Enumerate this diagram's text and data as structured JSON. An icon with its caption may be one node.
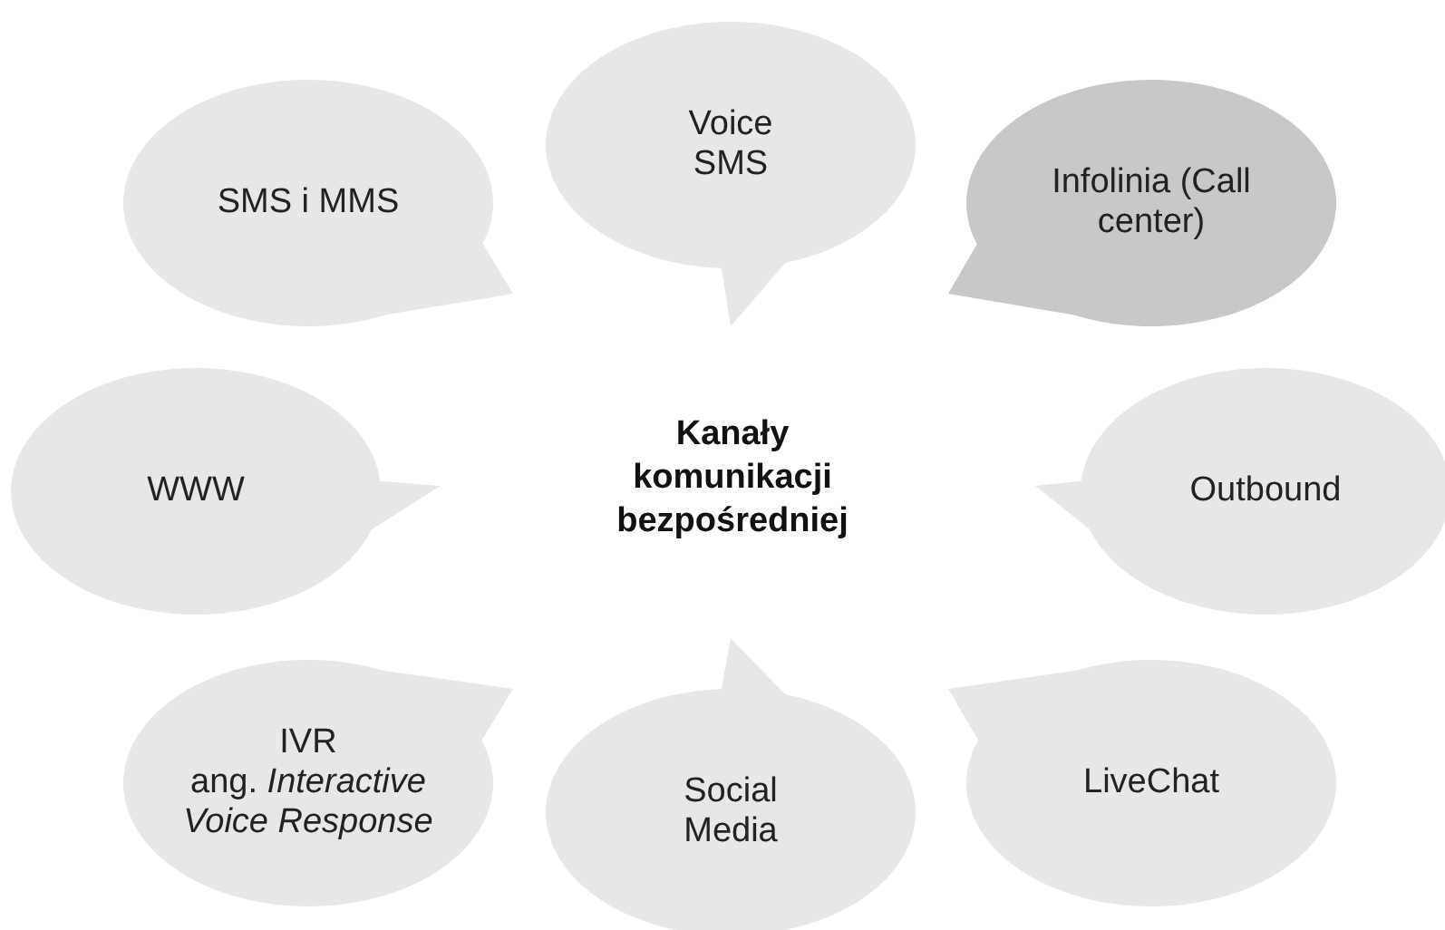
{
  "diagram": {
    "nodes": [
      {
        "text": [
          "SMS i MMS"
        ]
      },
      {
        "text": [
          "Voice SMS"
        ]
      },
      {
        "text": [
          "Infolinia (Call center)"
        ]
      },
      {
        "text": [
          "WWW"
        ]
      },
      {
        "text": [
          "Outbound"
        ]
      },
      {
        "text": [
          "IVR",
          "ang. *Interactive Voice Response*"
        ]
      },
      {
        "text": [
          "Social Media"
        ]
      },
      {
        "text": [
          "LiveChat"
        ]
      }
    ],
    "labels": [
      "Kanały komunikacji bezpośredniej"
    ]
  }
}
